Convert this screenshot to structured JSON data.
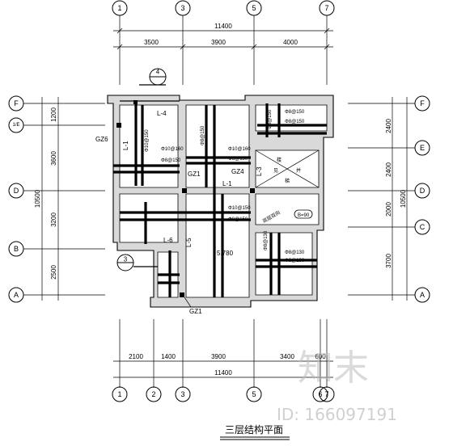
{
  "title": "三层结构平面",
  "axes": {
    "top": [
      "1",
      "3",
      "5",
      "7"
    ],
    "bottom": [
      "1",
      "2",
      "3",
      "5",
      "6",
      "7"
    ],
    "left": [
      "F",
      "1/E",
      "D",
      "B",
      "A"
    ],
    "right": [
      "F",
      "E",
      "D",
      "C",
      "A"
    ]
  },
  "dimensions": {
    "top_total": "11400",
    "top": [
      "3500",
      "3900",
      "4000"
    ],
    "bottom": [
      "2100",
      "1400",
      "3900",
      "3400",
      "600"
    ],
    "bottom_total": "11400",
    "left_total": "10500",
    "left": [
      "1200",
      "3600",
      "3200",
      "2500"
    ],
    "right": [
      "2400",
      "2400",
      "2000",
      "3700"
    ],
    "right_total": "10500"
  },
  "section_markers": [
    "4",
    "3"
  ],
  "labels": {
    "beam_l4": "L-4",
    "beam_l1_left": "L-1",
    "beam_l1_center": "L-1",
    "beam_l3": "L-3",
    "beam_l6": "L-6",
    "beam_l5": "L-5",
    "gz6": "GZ6",
    "gz1_center": "GZ1",
    "gz4": "GZ4",
    "gz1_bottom": "GZ1",
    "elevation": "5.780",
    "rebar": [
      "Φ10@160",
      "Φ8@150",
      "Φ10@160",
      "Φ8@150",
      "Φ10@150",
      "Φ8@150",
      "Φ8@150",
      "Φ8@150",
      "Φ8@130",
      "Φ8@130",
      "Φ8@150",
      "Φ10@150",
      "Φ8@150",
      "Φ8@130"
    ],
    "stair": "楼",
    "stair_2": "见",
    "stair_3": "并",
    "stair_4": "梯",
    "slab_note": "双层双向",
    "b90": "B=90"
  },
  "watermark": {
    "logo": "知末",
    "id": "ID: 166097191"
  }
}
